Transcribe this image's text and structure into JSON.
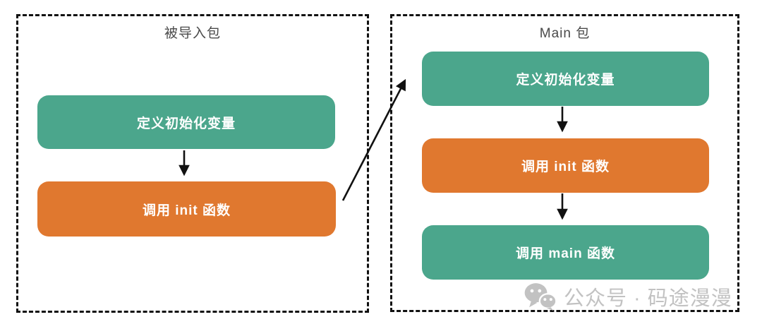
{
  "panels": {
    "imported": {
      "title": "被导入包",
      "nodes": [
        {
          "label": "定义初始化变量",
          "color": "green"
        },
        {
          "label": "调用 init 函数",
          "color": "orange"
        }
      ]
    },
    "main": {
      "title": "Main 包",
      "nodes": [
        {
          "label": "定义初始化变量",
          "color": "green"
        },
        {
          "label": "调用 init 函数",
          "color": "orange"
        },
        {
          "label": "调用 main 函数",
          "color": "green"
        }
      ]
    }
  },
  "connections": [
    {
      "from": "imported.定义初始化变量",
      "to": "imported.调用 init 函数",
      "type": "down-arrow"
    },
    {
      "from": "imported.调用 init 函数",
      "to": "main.定义初始化变量",
      "type": "diagonal-arrow"
    },
    {
      "from": "main.定义初始化变量",
      "to": "main.调用 init 函数",
      "type": "down-arrow"
    },
    {
      "from": "main.调用 init 函数",
      "to": "main.调用 main 函数",
      "type": "down-arrow"
    }
  ],
  "watermark": {
    "icon": "wechat-icon",
    "text": "公众号 · 码途漫漫"
  },
  "colors": {
    "node-green": "#4BA68C",
    "node-orange": "#E0782F",
    "node-text": "#FFFFFF",
    "arrow": "#111111",
    "panel-border": "#111111",
    "panel-title": "#4A4A4A",
    "watermark": "#C2C2C2",
    "background": "#FFFFFF"
  }
}
